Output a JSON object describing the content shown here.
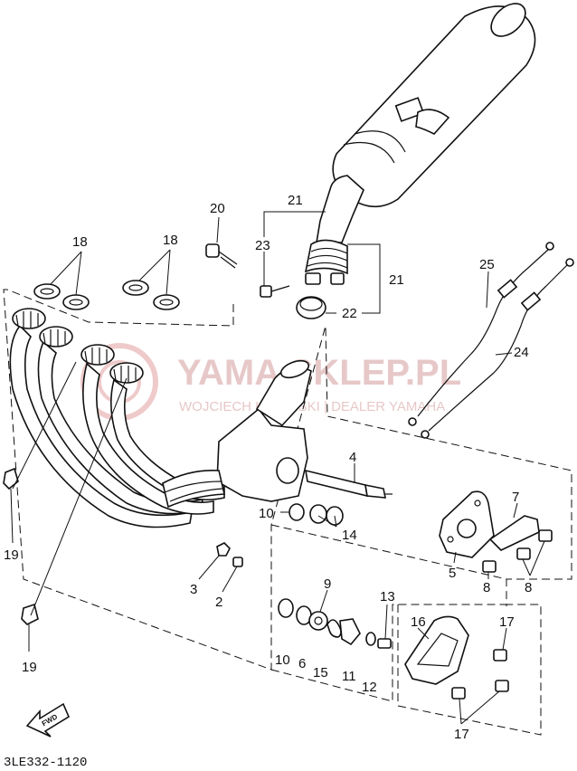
{
  "diagram": {
    "code": "3LE332-1120",
    "fwd_label": "FWD",
    "watermark": {
      "brand": "YAMA SKLEP.PL",
      "tagline": "WOJCIECH KAMINSKI | DEALER YAMAHA"
    },
    "callouts": {
      "c2": "2",
      "c3": "3",
      "c4": "4",
      "c5": "5",
      "c6": "6",
      "c7": "7",
      "c8a": "8",
      "c8b": "8",
      "c9": "9",
      "c10a": "10",
      "c10b": "10",
      "c11": "11",
      "c12": "12",
      "c13": "13",
      "c14": "14",
      "c15": "15",
      "c16": "16",
      "c17a": "17",
      "c17b": "17",
      "c18a": "18",
      "c18b": "18",
      "c19a": "19",
      "c19b": "19",
      "c20": "20",
      "c21a": "21",
      "c21b": "21",
      "c22": "22",
      "c23": "23",
      "c24": "24",
      "c25": "25"
    }
  }
}
